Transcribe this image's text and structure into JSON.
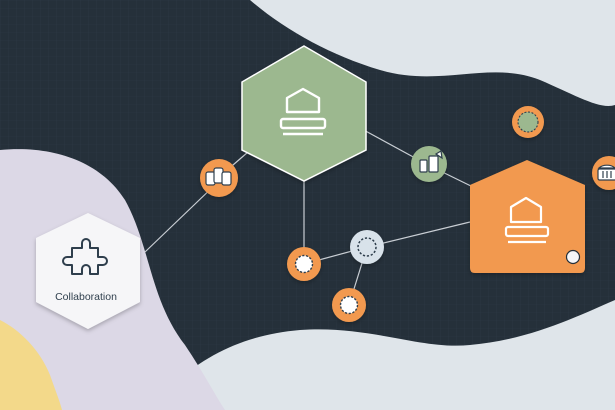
{
  "nodes": {
    "collaboration": {
      "label": "Collaboration",
      "icon": "puzzle-icon"
    },
    "green_hub": {
      "icon": "house-document-icon"
    },
    "orange_hub": {
      "icon": "house-document-icon"
    },
    "small_nodes": [
      {
        "id": "docs",
        "icon": "documents-icon"
      },
      {
        "id": "tools",
        "icon": "tools-icon"
      },
      {
        "id": "gear-top",
        "icon": "gear-icon"
      },
      {
        "id": "gear-mid",
        "icon": "gear-icon"
      },
      {
        "id": "gear-left",
        "icon": "gear-icon"
      },
      {
        "id": "gear-bottom",
        "icon": "gear-icon"
      },
      {
        "id": "basket",
        "icon": "basket-icon"
      }
    ]
  },
  "colors": {
    "background": "#25303a",
    "blob_light": "#dfe5ea",
    "blob_lavender": "#dcd8e6",
    "blob_yellow": "#f3d98a",
    "green": "#9cb88f",
    "orange": "#f2994f",
    "pale_blue": "#d8e2ea",
    "node_white": "#f6f6f8",
    "line": "#c9ced4"
  }
}
